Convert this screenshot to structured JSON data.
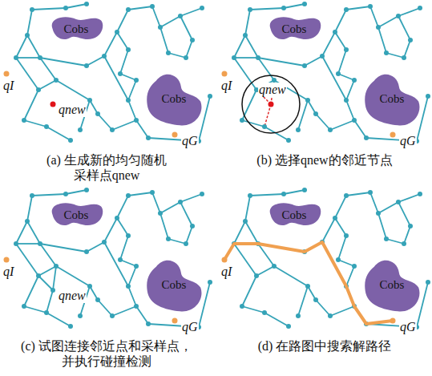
{
  "diagram": {
    "nodes": [
      {
        "text": [
          "Cobs"
        ]
      },
      {
        "text": [
          "Cobs"
        ]
      },
      {
        "text": [
          "Cobs"
        ]
      },
      {
        "text": [
          "Cobs"
        ]
      },
      {
        "text": [
          "Cobs"
        ]
      },
      {
        "text": [
          "Cobs"
        ]
      },
      {
        "text": [
          "Cobs"
        ]
      },
      {
        "text": [
          "Cobs"
        ]
      }
    ],
    "labels": [
      "qI",
      "qnew",
      "qG",
      "(a) 生成新的均匀随机 采样点qnew",
      "qI",
      "qnew",
      "qG",
      "(b) 选择qnew的邻近节点",
      "qI",
      "qnew",
      "qG",
      "(c) 试图连接邻近点和采样点， 并执行碰撞检测",
      "qI",
      "qG",
      "(d) 在路图中搜索解路径"
    ]
  }
}
